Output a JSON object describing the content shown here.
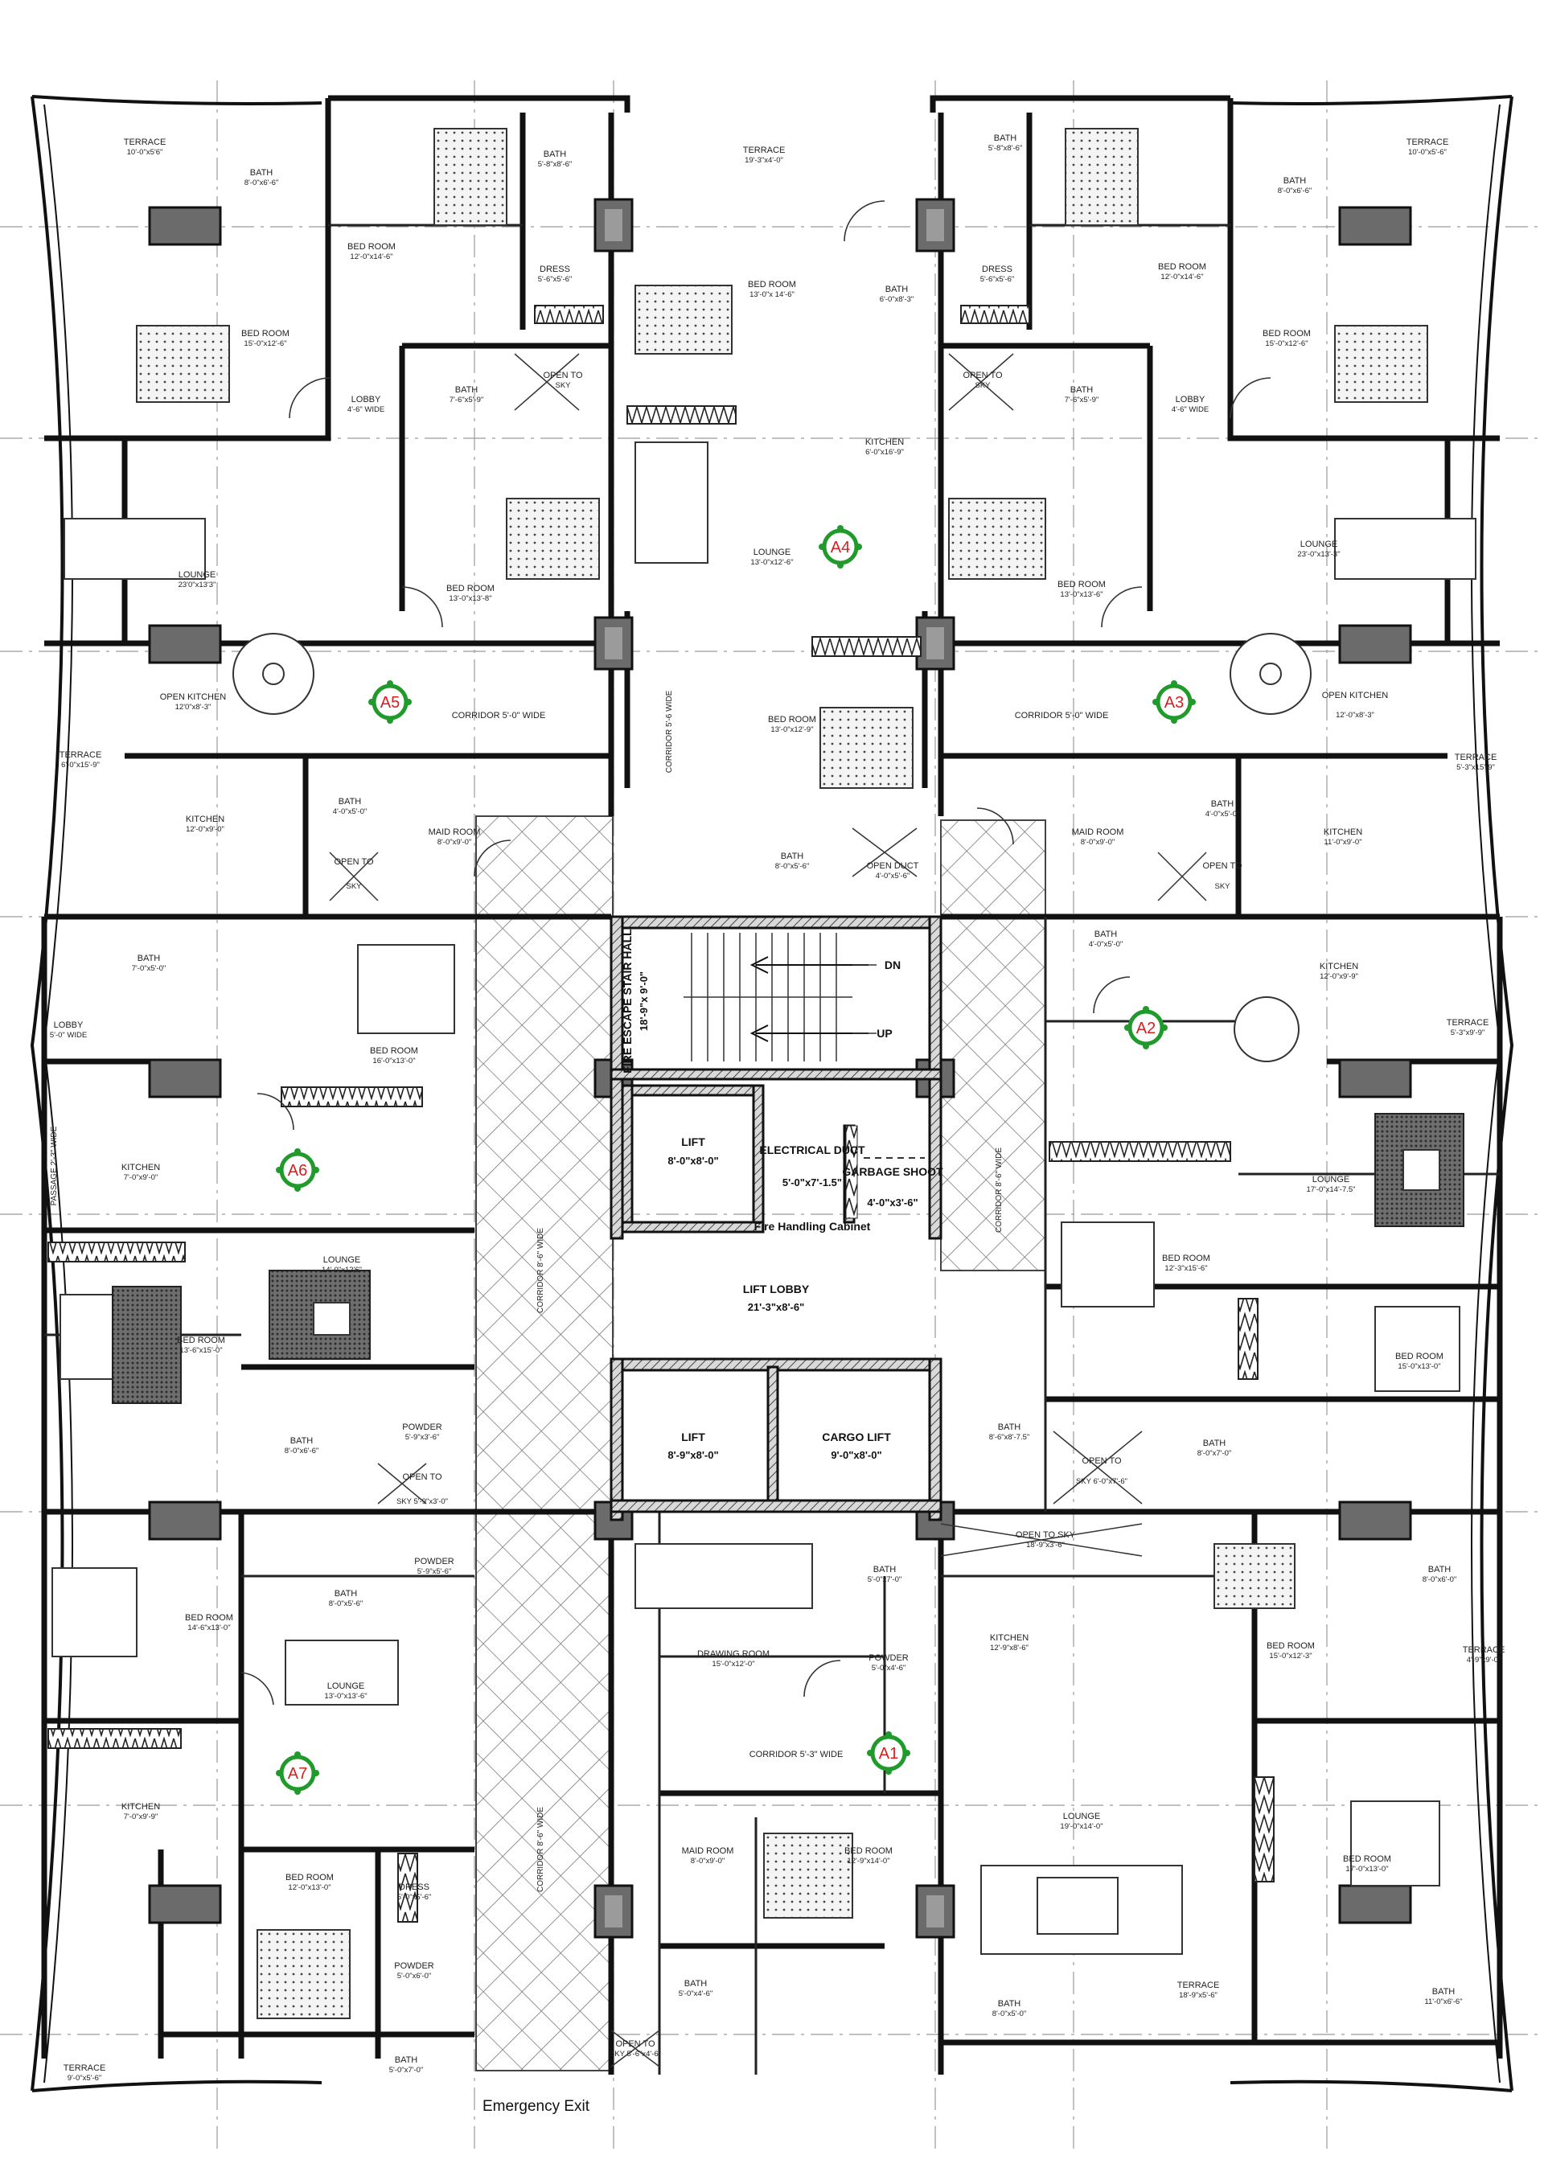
{
  "apartments": [
    {
      "id": "A1"
    },
    {
      "id": "A2"
    },
    {
      "id": "A3"
    },
    {
      "id": "A4"
    },
    {
      "id": "A5"
    },
    {
      "id": "A6"
    },
    {
      "id": "A7"
    }
  ],
  "rooms": {
    "a5_terrace": {
      "name": "TERRACE",
      "dim": "10'-0\"x5'6\""
    },
    "a5_bath1": {
      "name": "BATH",
      "dim": "8'-0\"x6'-6\""
    },
    "a5_bed1": {
      "name": "BED ROOM",
      "dim": "15'-0\"x12'-6\""
    },
    "a5_bed2": {
      "name": "BED ROOM",
      "dim": "12'-0\"x14'-6\""
    },
    "a5_lobby": {
      "name": "LOBBY",
      "dim": "4'-6\" WIDE"
    },
    "a5_bath2": {
      "name": "BATH",
      "dim": "5'-8\"x8'-6\""
    },
    "a5_dress": {
      "name": "DRESS",
      "dim": "5'-6\"x5'-6\""
    },
    "a5_bath3": {
      "name": "BATH",
      "dim": "7'-6\"x5'-9\""
    },
    "a5_open_sky": {
      "name": "OPEN TO",
      "dim": "SKY"
    },
    "a5_bed3": {
      "name": "BED ROOM",
      "dim": "13'-0\"x13'-8\""
    },
    "a5_lounge": {
      "name": "LOUNGE",
      "dim": "23'0\"x13'3\""
    },
    "a5_open_kitchen": {
      "name": "OPEN KITCHEN",
      "dim": "12'0\"x8'-3\""
    },
    "a5_corridor": {
      "name": "CORRIDOR 5'-0\" WIDE",
      "dim": ""
    },
    "a5_terrace2": {
      "name": "TERRACE",
      "dim": "6'-0\"x15'-9\""
    },
    "a5_kitchen": {
      "name": "KITCHEN",
      "dim": "12'-0\"x9'-0\""
    },
    "a5_bath4": {
      "name": "BATH",
      "dim": "4'-0\"x5'-0\""
    },
    "a5_open_sky2": {
      "name": "OPEN TO",
      "dim": "SKY"
    },
    "a5_maid": {
      "name": "MAID ROOM",
      "dim": "8'-0\"x9'-0\""
    },
    "a4_terrace": {
      "name": "TERRACE",
      "dim": "19'-3\"x4'-0\""
    },
    "a4_bed1": {
      "name": "BED ROOM",
      "dim": "13'-0\"x 14'-6\""
    },
    "a4_bath1": {
      "name": "BATH",
      "dim": "6'-0\"x8'-3\""
    },
    "a4_kitchen": {
      "name": "KITCHEN",
      "dim": "6'-0\"x16'-9\""
    },
    "a4_lounge": {
      "name": "LOUNGE",
      "dim": "13'-0\"x12'-6\""
    },
    "a4_corridor": {
      "name": "CORRIDOR 5'-6 WIDE",
      "dim": ""
    },
    "a4_bed2": {
      "name": "BED ROOM",
      "dim": "13'-0\"x12'-9\""
    },
    "a4_bath2": {
      "name": "BATH",
      "dim": "8'-0\"x5'-6\""
    },
    "a4_open_duct": {
      "name": "OPEN DUCT",
      "dim": "4'-0\"x5'-6\""
    },
    "a3_bath1": {
      "name": "BATH",
      "dim": "5'-8\"x8'-6\""
    },
    "a3_dress": {
      "name": "DRESS",
      "dim": "5'-6\"x5'-6\""
    },
    "a3_bed1": {
      "name": "BED ROOM",
      "dim": "12'-0\"x14'-6\""
    },
    "a3_terrace": {
      "name": "TERRACE",
      "dim": "10'-0\"x5'-6\""
    },
    "a3_bath2": {
      "name": "BATH",
      "dim": "8'-0\"x6'-6\""
    },
    "a3_bed2": {
      "name": "BED ROOM",
      "dim": "15'-0\"x12'-6\""
    },
    "a3_open_sky": {
      "name": "OPEN TO",
      "dim": "SKY"
    },
    "a3_bath3": {
      "name": "BATH",
      "dim": "7'-6\"x5'-9\""
    },
    "a3_lobby": {
      "name": "LOBBY",
      "dim": "4'-6\" WIDE"
    },
    "a3_bed3": {
      "name": "BED ROOM",
      "dim": "13'-0\"x13'-6\""
    },
    "a3_lounge": {
      "name": "LOUNGE",
      "dim": "23'-0\"x13'-3\""
    },
    "a3_corridor": {
      "name": "CORRIDOR 5'-0\" WIDE",
      "dim": ""
    },
    "a3_open_kitchen": {
      "name": "OPEN KITCHEN",
      "dim": "12'-0\"x8'-3\""
    },
    "a3_terrace2": {
      "name": "TERRACE",
      "dim": "5'-3\"x15'-9\""
    },
    "a3_maid": {
      "name": "MAID ROOM",
      "dim": "8'-0\"x9'-0\""
    },
    "a3_bath4": {
      "name": "BATH",
      "dim": "4'-0\"x5'-0\""
    },
    "a3_open_sky2": {
      "name": "OPEN TO",
      "dim": "SKY"
    },
    "a3_kitchen": {
      "name": "KITCHEN",
      "dim": "11'-0\"x9'-0\""
    },
    "a6_bath1": {
      "name": "BATH",
      "dim": "7'-0\"x5'-0\""
    },
    "a6_lobby": {
      "name": "LOBBY",
      "dim": "5'-0\" WIDE"
    },
    "a6_bed1": {
      "name": "BED ROOM",
      "dim": "16'-0\"x13'-0\""
    },
    "a6_kitchen": {
      "name": "KITCHEN",
      "dim": "7'-0\"x9'-0\""
    },
    "a6_passage": {
      "name": "PASSAGE 2'-3\" WIDE",
      "dim": ""
    },
    "a6_lounge": {
      "name": "LOUNGE",
      "dim": "14'-0\"x12'6\""
    },
    "a6_bed2": {
      "name": "BED ROOM",
      "dim": "13'-6\"x15'-0\""
    },
    "a6_bath2": {
      "name": "BATH",
      "dim": "8'-0\"x6'-6\""
    },
    "a6_powder": {
      "name": "POWDER",
      "dim": "5'-9\"x3'-6\""
    },
    "a6_open_sky": {
      "name": "OPEN TO",
      "dim": "SKY 5'-9\"x3'-0\""
    },
    "core_fire_escape": {
      "name": "FIRE ESCAPE STAIR HALL",
      "dim": "18'-9\"x 9'-0\""
    },
    "core_lift1": {
      "name": "LIFT",
      "dim": "8'-0\"x8'-0\""
    },
    "core_elec": {
      "name": "ELECTRICAL DUCT",
      "dim": "5'-0\"x7'-1.5\""
    },
    "core_garbage": {
      "name": "GARBAGE SHOOT",
      "dim": "4'-0\"x3'-6\""
    },
    "core_fire_cab": {
      "name": "Fire Handling Cabinet",
      "dim": ""
    },
    "core_lift_lobby": {
      "name": "LIFT LOBBY",
      "dim": "21'-3\"x8'-6\""
    },
    "core_lift2": {
      "name": "LIFT",
      "dim": "8'-9\"x8'-0\""
    },
    "core_cargo": {
      "name": "CARGO LIFT",
      "dim": "9'-0\"x8'-0\""
    },
    "core_dn": "DN",
    "core_up": "UP",
    "corridor_west": "CORRIDOR 8'-6\" WIDE",
    "corridor_west2": "CORRIDOR 8'-6\" WIDE",
    "corridor_east": "CORRIDOR 8'-6\" WIDE",
    "a2_bath1": {
      "name": "BATH",
      "dim": "4'-0\"x5'-0\""
    },
    "a2_kitchen": {
      "name": "KITCHEN",
      "dim": "12'-0\"x9'-9\""
    },
    "a2_terrace": {
      "name": "TERRACE",
      "dim": "5'-3\"x9'-9\""
    },
    "a2_lounge": {
      "name": "LOUNGE",
      "dim": "17'-0\"x14'-7.5\""
    },
    "a2_bed1": {
      "name": "BED ROOM",
      "dim": "12'-3\"x15'-6\""
    },
    "a2_bed2": {
      "name": "BED ROOM",
      "dim": "15'-0\"x13'-0\""
    },
    "a2_bath2": {
      "name": "BATH",
      "dim": "8'-6\"x8'-7.5\""
    },
    "a2_open_sky": {
      "name": "OPEN TO",
      "dim": "SKY 6'-0\"x7'-6\""
    },
    "a2_bath3": {
      "name": "BATH",
      "dim": "8'-0\"x7'-0\""
    },
    "a7_bed1": {
      "name": "BED ROOM",
      "dim": "14'-6\"x13'-0\""
    },
    "a7_bath1": {
      "name": "BATH",
      "dim": "8'-0\"x5'-6\""
    },
    "a7_powder": {
      "name": "POWDER",
      "dim": "5'-9\"x5'-6\""
    },
    "a7_lounge": {
      "name": "LOUNGE",
      "dim": "13'-0\"x13'-6\""
    },
    "a7_kitchen": {
      "name": "KITCHEN",
      "dim": "7'-0\"x9'-9\""
    },
    "a7_bed2": {
      "name": "BED ROOM",
      "dim": "12'-0\"x13'-0\""
    },
    "a7_dress": {
      "name": "DRESS",
      "dim": "5'-0\"x5'-6\""
    },
    "a7_powder2": {
      "name": "POWDER",
      "dim": "5'-0\"x6'-0\""
    },
    "a7_terrace": {
      "name": "TERRACE",
      "dim": "9'-0\"x5'-6\""
    },
    "a7_bath2": {
      "name": "BATH",
      "dim": "5'-0\"x7'-0\""
    },
    "a1_bath1": {
      "name": "BATH",
      "dim": "5'-0\"x7'-0\""
    },
    "a1_drawing": {
      "name": "DRAWING ROOM",
      "dim": "15'-0\"x12'-0\""
    },
    "a1_powder": {
      "name": "POWDER",
      "dim": "5'-0\"x4'-6\""
    },
    "a1_kitchen": {
      "name": "KITCHEN",
      "dim": "12'-9\"x8'-6\""
    },
    "a1_open_sky": {
      "name": "OPEN TO SKY",
      "dim": "18'-9\"x3'-6\""
    },
    "a1_bed1": {
      "name": "BED ROOM",
      "dim": "15'-0\"x12'-3\""
    },
    "a1_bath2": {
      "name": "BATH",
      "dim": "8'-0\"x6'-0\""
    },
    "a1_terrace": {
      "name": "TERRACE",
      "dim": "4'-9\"x9'-0\""
    },
    "a1_corridor": {
      "name": "CORRIDOR 5'-3\" WIDE",
      "dim": ""
    },
    "a1_lounge": {
      "name": "LOUNGE",
      "dim": "19'-0\"x14'-0\""
    },
    "a1_bed2": {
      "name": "BED ROOM",
      "dim": "17'-0\"x13'-0\""
    },
    "a1_maid": {
      "name": "MAID ROOM",
      "dim": "8'-0\"x9'-0\""
    },
    "a1_bed3": {
      "name": "BED ROOM",
      "dim": "12'-9\"x14'-0\""
    },
    "a1_bath3": {
      "name": "BATH",
      "dim": "5'-0\"x4'-6\""
    },
    "a1_open_sky2": {
      "name": "OPEN TO",
      "dim": "SKY 5'-6\"x4'-6\""
    },
    "a1_bath4": {
      "name": "BATH",
      "dim": "8'-0\"x5'-0\""
    },
    "a1_terrace2": {
      "name": "TERRACE",
      "dim": "18'-9\"x5'-6\""
    },
    "a1_bath5": {
      "name": "BATH",
      "dim": "11'-0\"x6'-6\""
    }
  },
  "emergency_exit": "Emergency Exit"
}
